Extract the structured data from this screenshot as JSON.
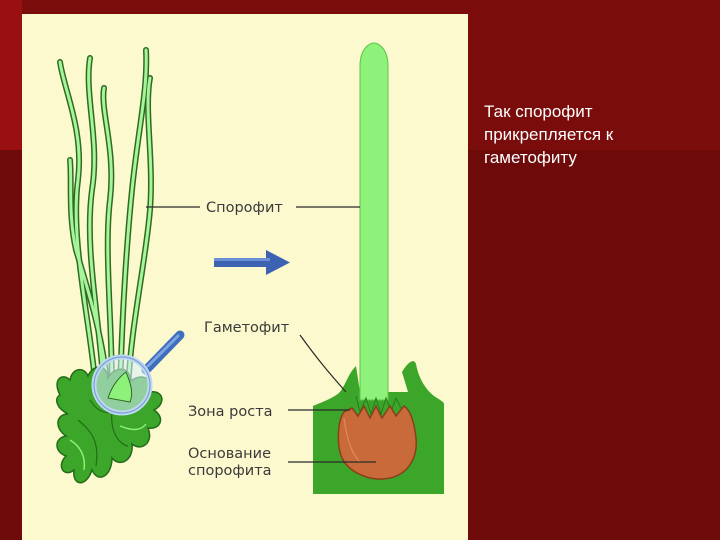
{
  "slide": {
    "caption_lines": [
      "Так спорофит",
      "прикрепляется к",
      "гаметофиту"
    ],
    "colors": {
      "background": "#6e0a0a",
      "panel": "#fdf9cf",
      "sporophyte": "#8ef27a",
      "gametophyte": "#3ca62a",
      "base": "#c86a3a",
      "arrow": "#3d62b2"
    }
  },
  "diagram": {
    "labels": {
      "sporophyte": "Спорофит",
      "gametophyte": "Гаметофит",
      "growth_zone": "Зона роста",
      "base_line1": "Основание",
      "base_line2": "спорофита"
    },
    "icons": [
      "magnifier-icon",
      "right-arrow-icon"
    ]
  }
}
